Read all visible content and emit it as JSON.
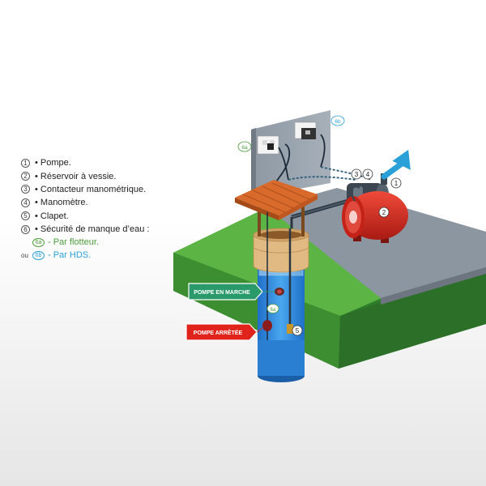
{
  "legend": {
    "items": [
      {
        "num": "1",
        "text": "• Pompe."
      },
      {
        "num": "2",
        "text": "• Réservoir à vessie."
      },
      {
        "num": "3",
        "text": "• Contacteur manométrique."
      },
      {
        "num": "4",
        "text": "• Manomètre."
      },
      {
        "num": "5",
        "text": "• Clapet."
      },
      {
        "num": "6",
        "text": "• Sécurité de manque d’eau :"
      }
    ],
    "option_a": {
      "tag": "6a",
      "text": "- Par flotteur."
    },
    "connector": "ou",
    "option_b": {
      "tag": "6b",
      "text": "- Par HDS."
    }
  },
  "callouts": {
    "pompe_en_marche": "POMPE EN MARCHE",
    "pompe_arretee": "POMPE ARRÊTÉE"
  },
  "markers": {
    "m1": "1",
    "m2": "2",
    "m3": "3",
    "m4": "4",
    "m5": "5",
    "m6a_wall": "6a",
    "m6b_wall": "6b",
    "m6a_well": "6a"
  },
  "colors": {
    "grass": "#4fa83a",
    "concrete": "#8f99a3",
    "tank": "#d42a1f",
    "water": "#2f86d8",
    "arrow": "#2aa0d8",
    "marche": "#2a9a6a",
    "arretee": "#e0231b"
  }
}
